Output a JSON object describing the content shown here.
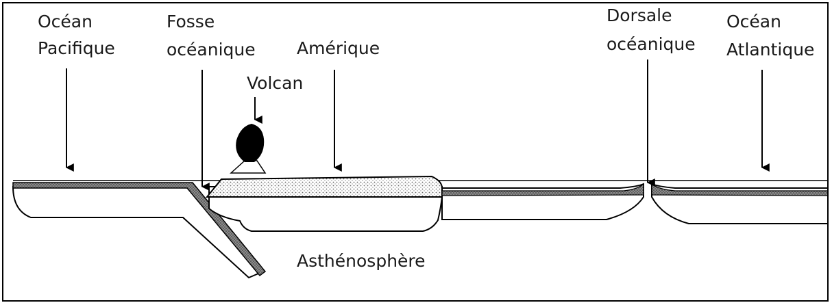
{
  "labels": {
    "ocean_pacifique": [
      "Océan",
      "Pacifique"
    ],
    "fosse_oceanique": [
      "Fosse",
      "océanique"
    ],
    "amerique": "Amérique",
    "volcan": "Volcan",
    "dorsale_oceanique": [
      "Dorsale",
      "océanique"
    ],
    "ocean_atlantique": [
      "Océan",
      "Atlantique"
    ],
    "asthenosphere": "Asthénosphère"
  }
}
